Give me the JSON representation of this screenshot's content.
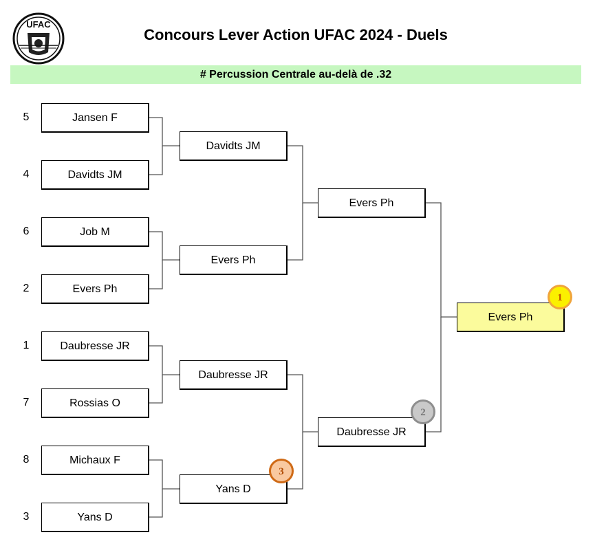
{
  "header": {
    "title": "Concours Lever Action UFAC 2024 - Duels",
    "logo_text": "UFAC"
  },
  "banner": {
    "text": "# Percussion Centrale au-delà de .32",
    "color": "#c6f7c0"
  },
  "round1": [
    {
      "seed": "5",
      "name": "Jansen F"
    },
    {
      "seed": "4",
      "name": "Davidts JM"
    },
    {
      "seed": "6",
      "name": "Job M"
    },
    {
      "seed": "2",
      "name": "Evers Ph"
    },
    {
      "seed": "1",
      "name": "Daubresse JR"
    },
    {
      "seed": "7",
      "name": "Rossias O"
    },
    {
      "seed": "8",
      "name": "Michaux F"
    },
    {
      "seed": "3",
      "name": "Yans D"
    }
  ],
  "round2": [
    "Davidts JM",
    "Evers Ph",
    "Daubresse JR",
    "Yans D"
  ],
  "round3": [
    "Evers Ph",
    "Daubresse JR"
  ],
  "final": {
    "winner": "Evers Ph",
    "winner_bg": "#fbfb9c"
  },
  "medals": [
    {
      "rank": "1",
      "color": "#fbf000",
      "border": "#f0a43c",
      "text_color": "#c05000"
    },
    {
      "rank": "2",
      "color": "#c9c9c9",
      "border": "#8e8e8e",
      "text_color": "#777777"
    },
    {
      "rank": "3",
      "color": "#f9c9a0",
      "border": "#cf6a16",
      "text_color": "#b04a00"
    }
  ]
}
